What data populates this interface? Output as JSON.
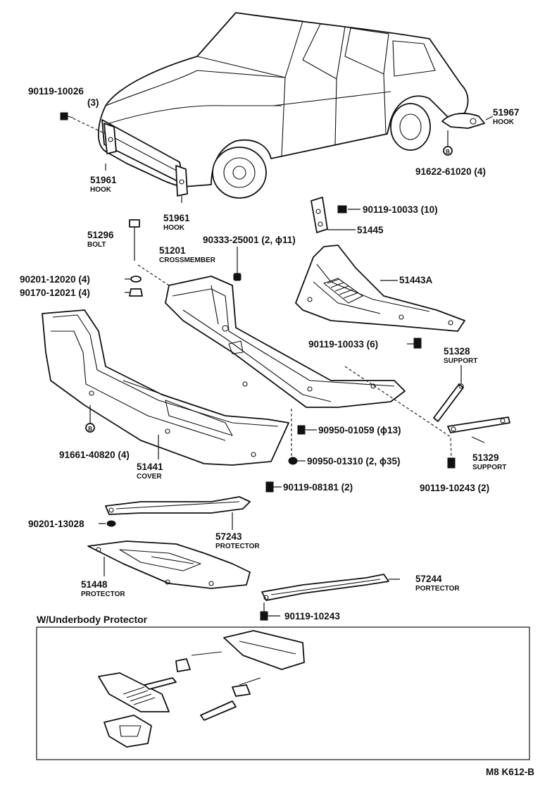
{
  "callouts": {
    "c01": {
      "pn": "90119-10026",
      "qty": "(3)"
    },
    "c02": {
      "pn": "51961",
      "name": "HOOK"
    },
    "c03": {
      "pn": "51961",
      "name": "HOOK"
    },
    "c04": {
      "pn": "51967",
      "name": "HOOK"
    },
    "c05": {
      "pn": "91622-61020 (4)"
    },
    "c06": {
      "pn": "90119-10033 (10)"
    },
    "c07": {
      "pn": "51445"
    },
    "c08": {
      "pn": "51296",
      "name": "BOLT"
    },
    "c09": {
      "pn": "90333-25001 (2, ϕ11)"
    },
    "c10": {
      "pn": "51201",
      "name": "CROSSMEMBER"
    },
    "c11": {
      "pn": "90201-12020 (4)"
    },
    "c12": {
      "pn": "90170-12021 (4)"
    },
    "c13": {
      "pn": "51443A"
    },
    "c14": {
      "pn": "90119-10033 (6)"
    },
    "c15": {
      "pn": "51328",
      "name": "SUPPORT"
    },
    "c16": {
      "pn": "90950-01059 (ϕ13)"
    },
    "c17": {
      "pn": "91661-40820 (4)"
    },
    "c18": {
      "pn": "51441",
      "name": "COVER"
    },
    "c19": {
      "pn": "90950-01310 (2, ϕ35)"
    },
    "c20": {
      "pn": "51329",
      "name": "SUPPORT"
    },
    "c21": {
      "pn": "90119-10243 (2)"
    },
    "c22": {
      "pn": "90119-08181 (2)"
    },
    "c23": {
      "pn": "90201-13028"
    },
    "c24": {
      "pn": "57243",
      "name": "PROTECTOR"
    },
    "c25": {
      "pn": "51448",
      "name": "PROTECTOR"
    },
    "c26": {
      "pn": "57244",
      "name": "PORTECTOR"
    },
    "c27": {
      "pn": "90119-10243"
    }
  },
  "inset": {
    "title": "W/Underbody Protector"
  },
  "diagram_code": "M8 K612-B"
}
